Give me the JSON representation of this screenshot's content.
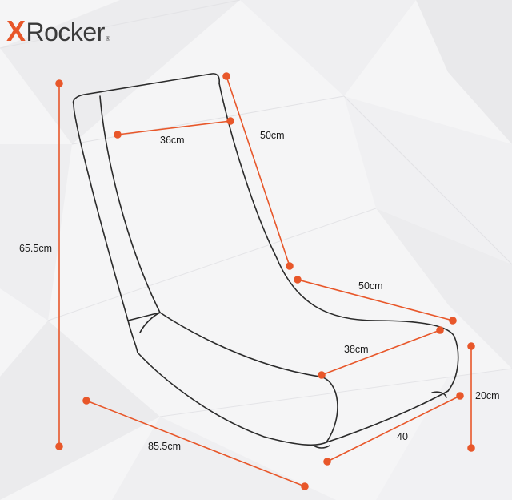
{
  "brand": {
    "x_letter": "X",
    "name": "Rocker",
    "trademark": "®",
    "accent_color": "#e8572a",
    "text_color": "#3a3a3a"
  },
  "dimension_line_color": "#e8572a",
  "dimensions": {
    "total_height": "65.5cm",
    "backrest_width": "36cm",
    "backrest_height": "50cm",
    "seat_depth": "50cm",
    "seat_width": "38cm",
    "front_height": "20cm",
    "total_length": "85.5cm",
    "base_width": "40"
  }
}
